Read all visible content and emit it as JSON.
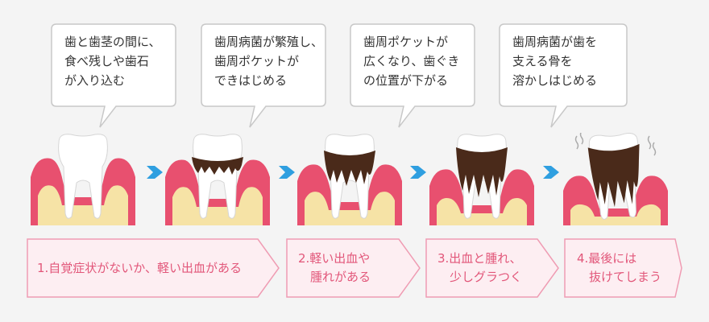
{
  "bubbles": [
    {
      "lines": [
        "歯と歯茎の間に、",
        "食べ残しや歯石",
        "が入り込む"
      ]
    },
    {
      "lines": [
        "歯周病菌が繁殖し、",
        "歯周ポケットが",
        "できはじめる"
      ]
    },
    {
      "lines": [
        "歯周ポケットが",
        "広くなり、歯ぐき",
        "の位置が下がる"
      ]
    },
    {
      "lines": [
        "歯周病菌が歯を",
        "支える骨を",
        "溶かしはじめる"
      ]
    }
  ],
  "steps": [
    {
      "lines": [
        "1.自覚症状がないか、軽い出血がある"
      ]
    },
    {
      "lines": [
        "2.軽い出血や",
        "　腫れがある"
      ]
    },
    {
      "lines": [
        "3.出血と腫れ、",
        "　少しグラつく"
      ]
    },
    {
      "lines": [
        "4.最後には",
        "　抜けてしまう"
      ]
    }
  ],
  "colors": {
    "gum": "#e8506f",
    "bone": "#f6e3a6",
    "tooth": "#ffffff",
    "calculus": "#4a2a1a",
    "arrow": "#2f9fe0",
    "label_text": "#e2577a",
    "label_fill": "#fdeef2",
    "label_border": "#ef9cb3"
  },
  "icons": [
    "speech-bubble",
    "tooth-icon",
    "right-arrow-icon",
    "shake-lines-icon"
  ]
}
